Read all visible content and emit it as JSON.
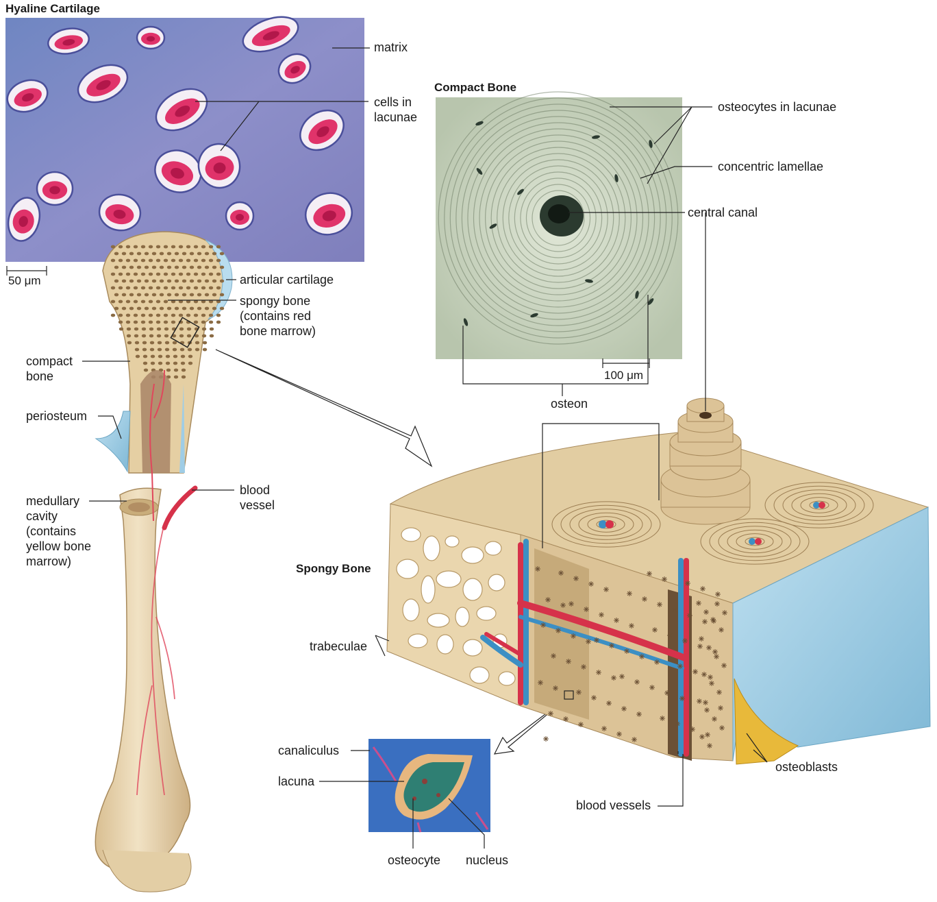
{
  "titles": {
    "hyaline": "Hyaline Cartilage",
    "compact": "Compact Bone",
    "spongy": "Spongy Bone"
  },
  "scales": {
    "cartilage": "50 μm",
    "compact": "100 μm"
  },
  "labels": {
    "matrix": "matrix",
    "cells_in_lacunae": "cells in\nlacunae",
    "articular_cartilage": "articular cartilage",
    "spongy_bone": "spongy bone\n(contains red\nbone marrow)",
    "compact_bone": "compact\nbone",
    "periosteum": "periosteum",
    "medullary_cavity": "medullary\ncavity\n(contains\nyellow bone\nmarrow)",
    "blood_vessel": "blood\nvessel",
    "osteocytes_in_lacunae": "osteocytes in lacunae",
    "concentric_lamellae": "concentric lamellae",
    "central_canal": "central canal",
    "osteon": "osteon",
    "trabeculae": "trabeculae",
    "canaliculus": "canaliculus",
    "lacuna": "lacuna",
    "osteocyte": "osteocyte",
    "nucleus": "nucleus",
    "blood_vessels": "blood vessels",
    "osteoblasts": "osteoblasts"
  },
  "colors": {
    "cartilage_matrix": "#7f8fc6",
    "cartilage_cell": "#e0336a",
    "bone": "#e8d4ae",
    "bone_dark": "#b99f72",
    "periosteum": "#a8d3e8",
    "vessel_red": "#d6324a",
    "vessel_blue": "#3c8fc4",
    "micrograph_bg": "#c9d3bd",
    "lacuna_bg": "#3a6fc0"
  }
}
